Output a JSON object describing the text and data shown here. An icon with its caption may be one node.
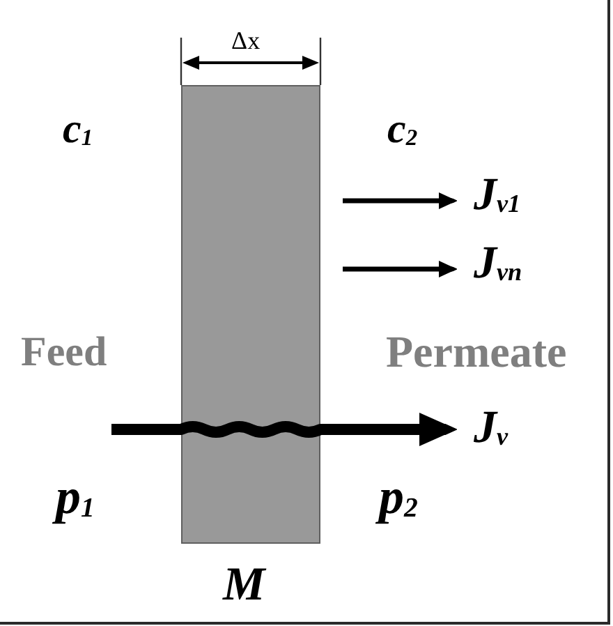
{
  "diagram": {
    "nodes": [
      {
        "text": [],
        "shape": "box",
        "beside": [
          "M"
        ]
      },
      {
        "text": [
          "J$_{v1}$"
        ]
      },
      {
        "text": [
          "J$_{vn}$"
        ]
      },
      {
        "text": [
          "J$_{v}$"
        ]
      }
    ],
    "edges": [
      {
        "from": null,
        "to": 1,
        "arrow": "to"
      },
      {
        "from": null,
        "to": 2,
        "arrow": "to"
      },
      {
        "from": null,
        "to": 3,
        "arrow": "to",
        "style": "thick"
      }
    ],
    "labels": [
      "Δx",
      "c$_{1}$",
      "c$_{2}$",
      "Feed",
      "Permeate",
      "p$_{1}$",
      "p$_{2}$"
    ]
  }
}
